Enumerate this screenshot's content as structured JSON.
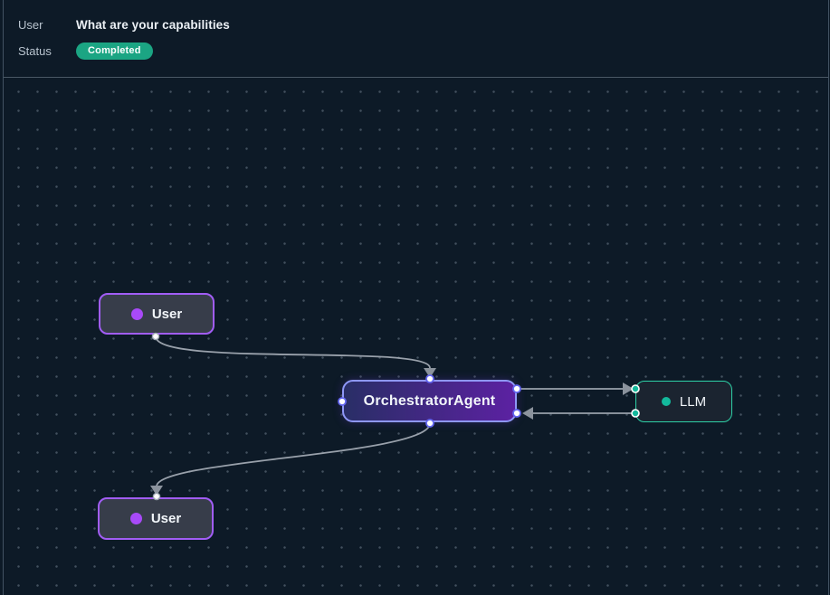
{
  "header": {
    "user_label": "User",
    "user_message": "What are your capabilities",
    "status_label": "Status",
    "status_value": "Completed",
    "status_badge_color": "#1ba583"
  },
  "canvas": {
    "background_style": "dot-grid",
    "background_color": "#0d1a27",
    "dot_color": "#98a8b8"
  },
  "nodes": [
    {
      "id": "user-top",
      "label": "User",
      "type": "user",
      "accent_color": "#a15df5",
      "dot_color": "#a84af8"
    },
    {
      "id": "orchestrator",
      "label": "OrchestratorAgent",
      "type": "agent",
      "accent_color": "#8e97f7",
      "gradient": [
        "#292e66",
        "#5c21a2"
      ]
    },
    {
      "id": "llm",
      "label": "LLM",
      "type": "llm",
      "accent_color": "#2ed0a6",
      "dot_color": "#13b99c"
    },
    {
      "id": "user-bottom",
      "label": "User",
      "type": "user",
      "accent_color": "#a15df5",
      "dot_color": "#a84af8"
    }
  ],
  "edges": [
    {
      "from": "user-top",
      "to": "orchestrator",
      "direction": "user-top bottom handle to orchestrator top handle"
    },
    {
      "from": "orchestrator",
      "to": "llm",
      "direction": "orchestrator right-top handle to llm left-top handle"
    },
    {
      "from": "llm",
      "to": "orchestrator",
      "direction": "llm left-bottom handle to orchestrator right-bottom handle"
    },
    {
      "from": "orchestrator",
      "to": "user-bottom",
      "direction": "orchestrator bottom handle to user-bottom top handle"
    }
  ],
  "edge_color": "#99a1ab"
}
